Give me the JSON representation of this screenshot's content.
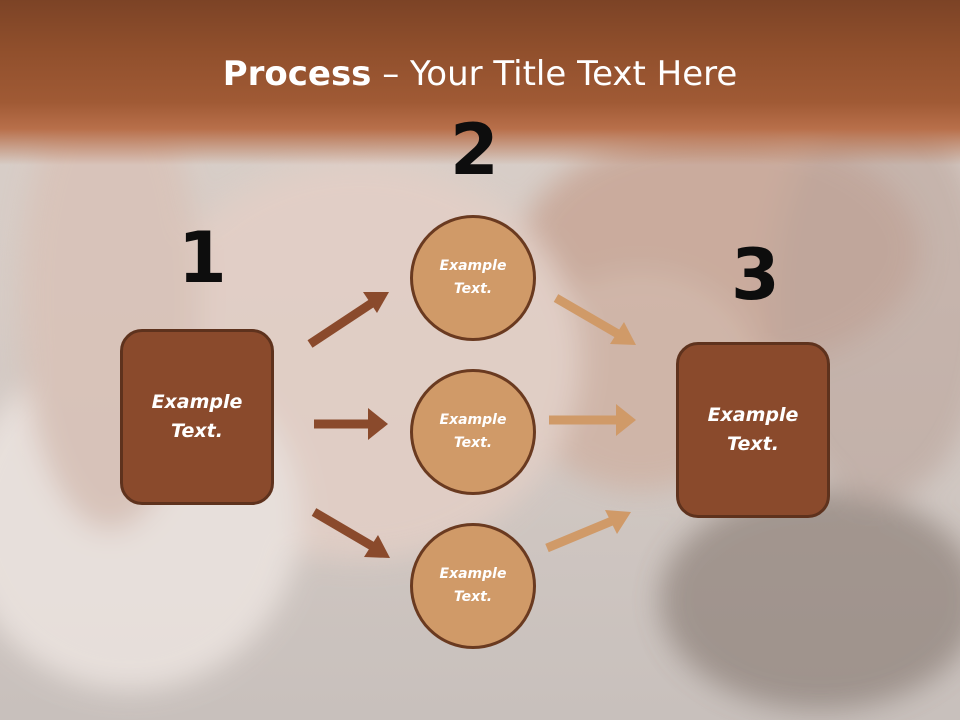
{
  "title": {
    "bold": "Process",
    "rest": " – Your Title Text Here"
  },
  "numbers": {
    "n1": "1",
    "n2": "2",
    "n3": "3"
  },
  "boxes": {
    "left": {
      "line1": "Example",
      "line2": "Text."
    },
    "right": {
      "line1": "Example",
      "line2": "Text."
    }
  },
  "circles": [
    {
      "line1": "Example",
      "line2": "Text."
    },
    {
      "line1": "Example",
      "line2": "Text."
    },
    {
      "line1": "Example",
      "line2": "Text."
    }
  ],
  "colors": {
    "band": "#904f2c",
    "box_fill": "#8a4a2c",
    "circle_fill": "#d09a68",
    "arrow_dark": "#8a4a2c",
    "arrow_light": "#d09a68"
  }
}
